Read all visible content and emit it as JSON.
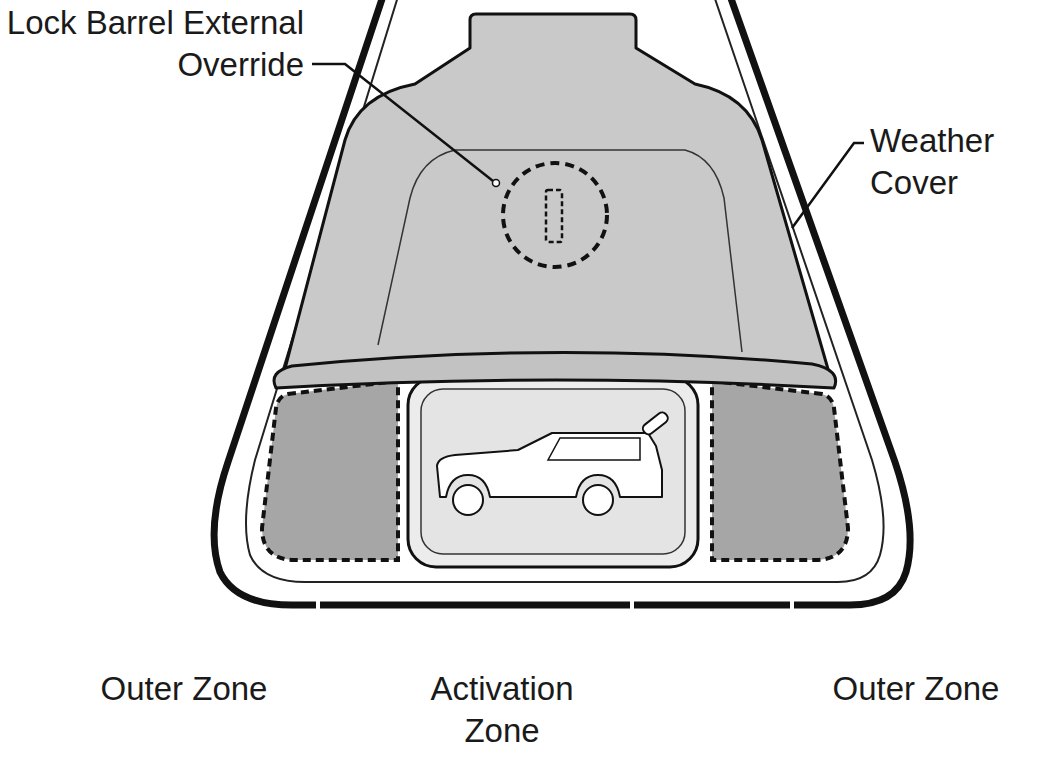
{
  "diagram": {
    "labels": [
      "Lock Barrel External Override",
      "Weather Cover",
      "Outer Zone",
      "Activation Zone",
      "Outer Zone"
    ]
  }
}
